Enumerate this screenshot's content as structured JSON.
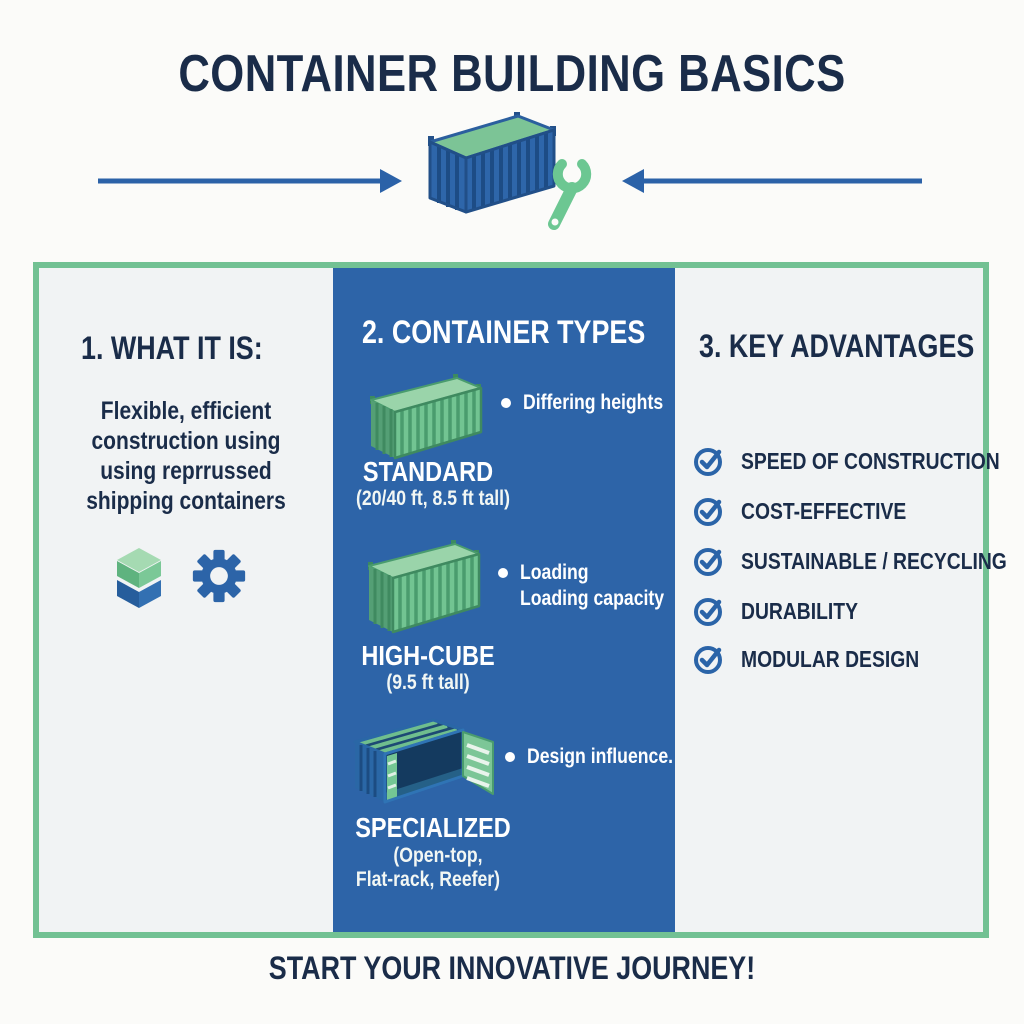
{
  "title": "CONTAINER BUILDING BASICS",
  "footer": "START YOUR INNOVATIVE JOURNEY!",
  "columns": {
    "what": {
      "heading": "1. WHAT IT IS:",
      "body_lines": [
        "Flexible, efficient",
        "construction using",
        "using reprrussed",
        "shipping containers"
      ]
    },
    "types": {
      "heading": "2. CONTAINER TYPES",
      "items": [
        {
          "name": "STANDARD",
          "detail_lines": [
            "(20/40 ft, 8.5 ft tall)"
          ],
          "bullet_lines": [
            "Differing heights"
          ]
        },
        {
          "name": "HIGH-CUBE",
          "detail_lines": [
            "(9.5 ft tall)"
          ],
          "bullet_lines": [
            "Loading",
            "Loading capacity"
          ]
        },
        {
          "name": "SPECIALIZED",
          "detail_lines": [
            "(Open-top,",
            "Flat-rack, Reefer)"
          ],
          "bullet_lines": [
            "Design influence."
          ]
        }
      ]
    },
    "advantages": {
      "heading": "3. KEY ADVANTAGES",
      "items": [
        "SPEED OF CONSTRUCTION",
        "COST-EFFECTIVE",
        "SUSTAINABLE / RECYCLING",
        "DURABILITY",
        "MODULAR DESIGN"
      ]
    }
  },
  "colors": {
    "navy_text": "#1a2c49",
    "column_blue": "#2d64a8",
    "border_green": "#72c193",
    "icon_green": "#74c694",
    "wrench_green": "#6cc792",
    "panel_gray": "#f1f3f4",
    "background": "#fbfbf9"
  }
}
